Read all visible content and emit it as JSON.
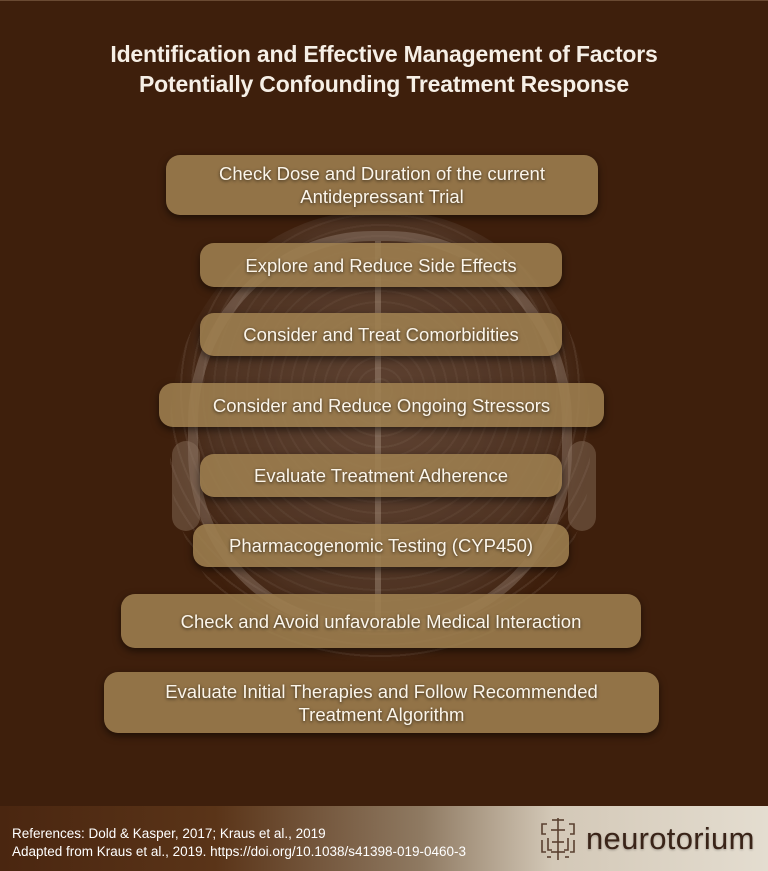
{
  "title": {
    "line1": "Identification and Effective Management of Factors",
    "line2": "Potentially Confounding Treatment Response"
  },
  "steps": [
    {
      "line1": "Check Dose and Duration of the current",
      "line2": "Antidepressant Trial"
    },
    {
      "line1": "Explore and Reduce Side Effects"
    },
    {
      "line1": "Consider and Treat Comorbidities"
    },
    {
      "line1": "Consider and Reduce Ongoing Stressors"
    },
    {
      "line1": "Evaluate Treatment Adherence"
    },
    {
      "line1": "Pharmacogenomic Testing (CYP450)"
    },
    {
      "line1": "Check and Avoid unfavorable Medical Interaction"
    },
    {
      "line1": "Evaluate Initial Therapies and Follow Recommended",
      "line2": "Treatment Algorithm"
    }
  ],
  "footer": {
    "references": "References: Dold & Kasper, 2017; Kraus et al., 2019",
    "adapted": "Adapted from Kraus et al., 2019. https://doi.org/10.1038/s41398-019-0460-3",
    "brand": "neurotorium",
    "brand_icon": "neuron-tree-icon"
  },
  "colors": {
    "background": "#3e1f0c",
    "box": "#9e8050",
    "text": "#fbf5ea",
    "brand_text": "#3a2418"
  }
}
